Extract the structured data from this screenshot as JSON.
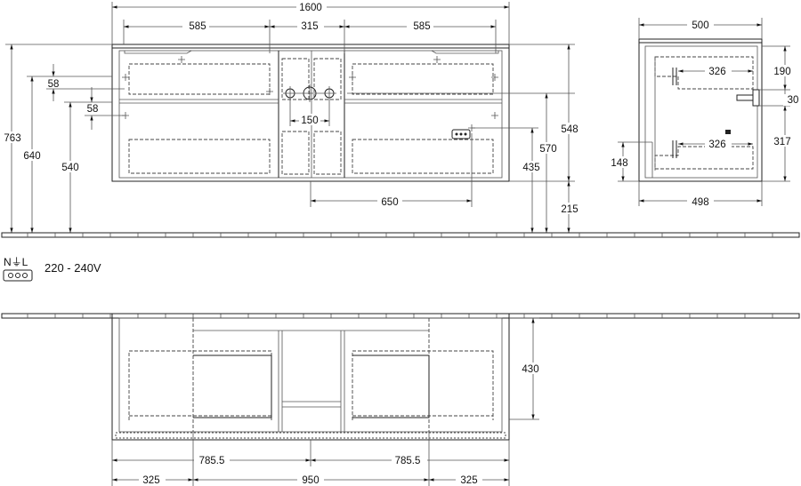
{
  "front_view": {
    "width_total": "1600",
    "drawer_left_width": "585",
    "center_width": "315",
    "drawer_right_width": "585",
    "height_total": "763",
    "height_640": "640",
    "height_540": "540",
    "offset_58_top": "58",
    "offset_58_bottom": "58",
    "pipe_spacing": "150",
    "socket_offset": "650",
    "height_548": "548",
    "height_570": "570",
    "height_435": "435",
    "floor_gap": "215"
  },
  "side_view": {
    "depth_top": "500",
    "depth_bottom": "498",
    "drawer_depth_top": "326",
    "drawer_depth_bottom": "326",
    "dim_190": "190",
    "dim_30": "30",
    "dim_317": "317",
    "dim_148": "148"
  },
  "electrical": {
    "symbol_label": "N⏚L",
    "voltage": "220 - 240V"
  },
  "top_view": {
    "dim_430": "430",
    "half_left": "785.5",
    "half_right": "785.5",
    "edge_left": "325",
    "center": "950",
    "edge_right": "325"
  }
}
